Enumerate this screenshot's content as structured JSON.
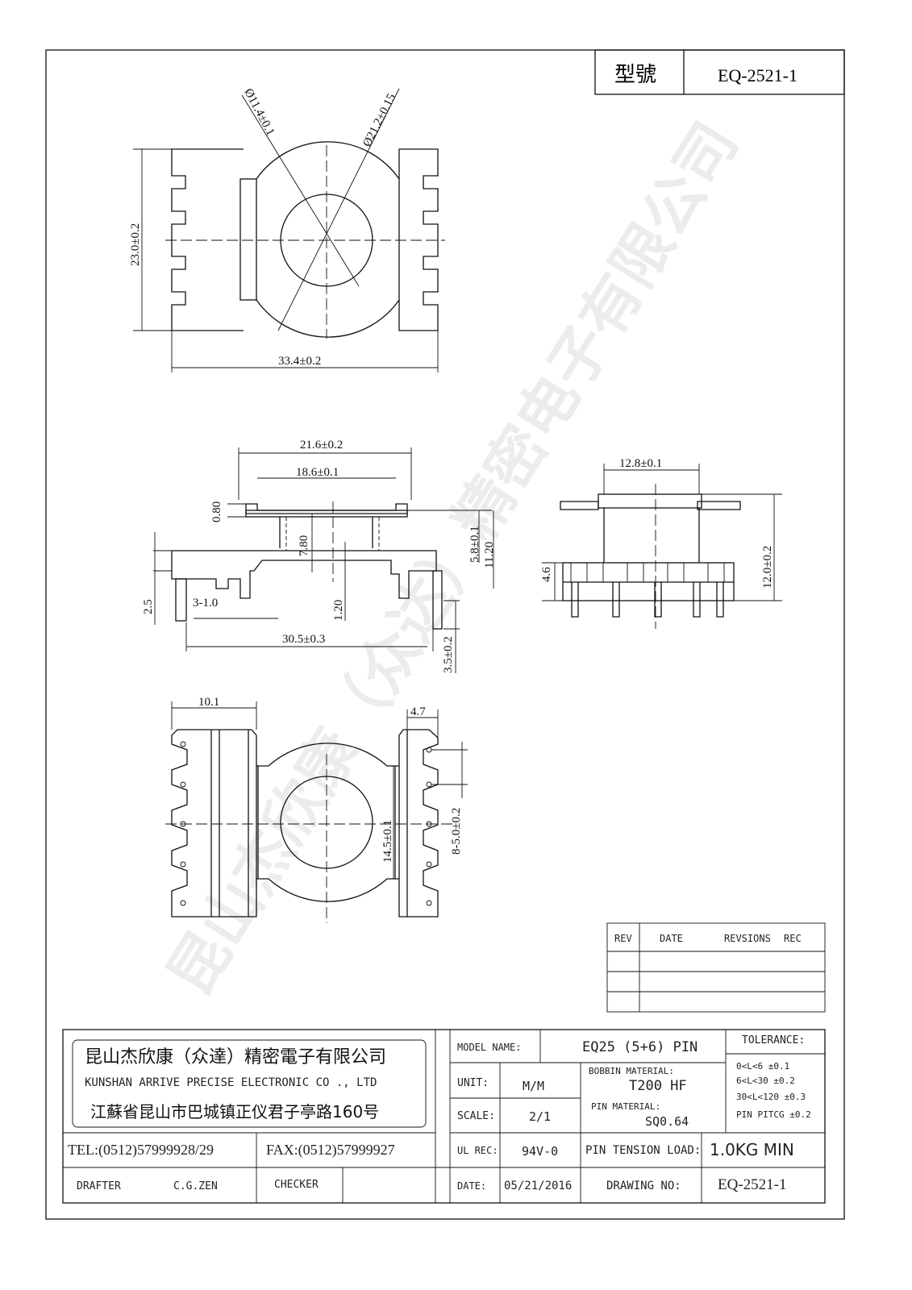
{
  "header": {
    "label": "型號",
    "model_code": "EQ-2521-1"
  },
  "watermark": "昆山杰欣康（众达）精密电子有限公司",
  "top_view": {
    "dims": {
      "inner_dia": "Ø11.4±0.1",
      "outer_dia": "Ø21.2±0.15",
      "height": "23.0±0.2",
      "width": "33.4±0.2"
    }
  },
  "side_view": {
    "dims": {
      "flange_outer": "21.6±0.2",
      "flange_inner": "18.6±0.1",
      "flange_thk": "0.80",
      "winding": "7.80",
      "core_h": "5.8±0.1",
      "total_h": "11.20",
      "base_h": "2.5",
      "slot": "3-1.0",
      "base_thk": "1.20",
      "pin_span": "30.5±0.3",
      "pin_len": "3.5±0.2"
    }
  },
  "end_view": {
    "dims": {
      "width": "12.8±0.1",
      "base": "4.6",
      "height": "12.0±0.2"
    }
  },
  "bottom_view": {
    "dims": {
      "left": "10.1",
      "right": "4.7",
      "window": "14.5±0.1",
      "pitch": "8-5.0±0.2"
    }
  },
  "revisions": {
    "headers": [
      "REV",
      "DATE",
      "REVSIONS",
      "REC"
    ],
    "rows": [
      [
        "",
        ""
      ],
      [
        "",
        ""
      ],
      [
        "",
        ""
      ]
    ]
  },
  "company": {
    "name_cn": "昆山杰欣康（众達）精密電子有限公司",
    "name_en": "KUNSHAN ARRIVE PRECISE ELECTRONIC CO ., LTD",
    "address": "江蘇省昆山市巴城镇正仪君子亭路160号",
    "tel": "TEL:(0512)57999928/29",
    "fax": "FAX:(0512)57999927",
    "drafter_label": "DRAFTER",
    "drafter": "C.G.ZEN",
    "checker_label": "CHECKER",
    "checker": ""
  },
  "spec": {
    "model_name_label": "MODEL NAME:",
    "model_name": "EQ25 (5+6) PIN",
    "unit_label": "UNIT:",
    "unit": "M/M",
    "scale_label": "SCALE:",
    "scale": "2/1",
    "bobbin_material_label": "BOBBIN MATERIAL:",
    "bobbin_material": "T200 HF",
    "pin_material_label": "PIN MATERIAL:",
    "pin_material": "SQ0.64",
    "ul_label": "UL REC:",
    "ul": "94V-0",
    "tension_label": "PIN TENSION LOAD:",
    "tension": "1.0KG MIN",
    "date_label": "DATE:",
    "date": "05/21/2016",
    "drawing_no_label": "DRAWING NO:",
    "drawing_no": "EQ-2521-1",
    "tolerance_label": "TOLERANCE:",
    "tolerances": [
      "0<L<6    ±0.1",
      "6<L<30   ±0.2",
      "30<L<120 ±0.3",
      "PIN PITCG ±0.2"
    ]
  }
}
